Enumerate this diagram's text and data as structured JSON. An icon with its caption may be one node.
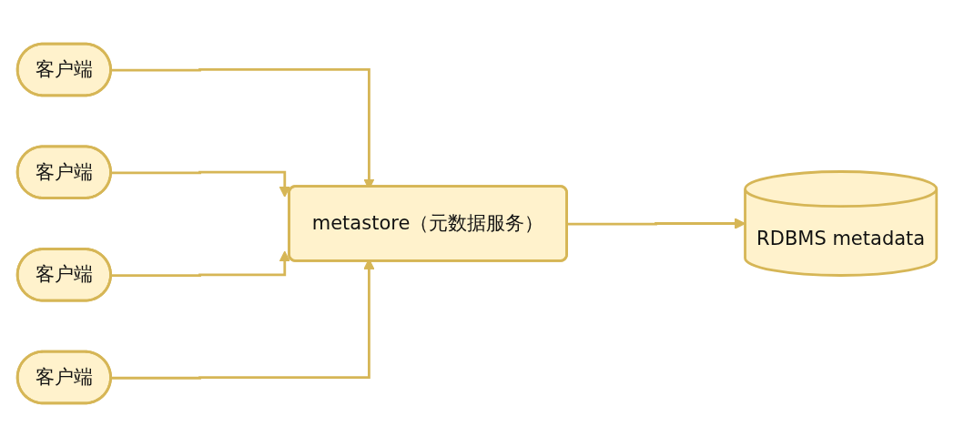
{
  "diagram": {
    "nodes": [
      {
        "text": [
          "客户端"
        ]
      },
      {
        "text": [
          "客户端"
        ]
      },
      {
        "text": [
          "客户端"
        ]
      },
      {
        "text": [
          "客户端"
        ]
      },
      {
        "text": [
          "metastore（元数据服务）"
        ]
      },
      {
        "text": [
          "RDBMS metadata"
        ]
      }
    ],
    "edges": [
      {
        "from": 0,
        "to": 4,
        "arrow": "to"
      },
      {
        "from": 1,
        "to": 4,
        "arrow": "to"
      },
      {
        "from": 2,
        "to": 4,
        "arrow": "to"
      },
      {
        "from": 3,
        "to": 4,
        "arrow": "to"
      },
      {
        "from": 4,
        "to": 5,
        "arrow": "to"
      }
    ]
  }
}
